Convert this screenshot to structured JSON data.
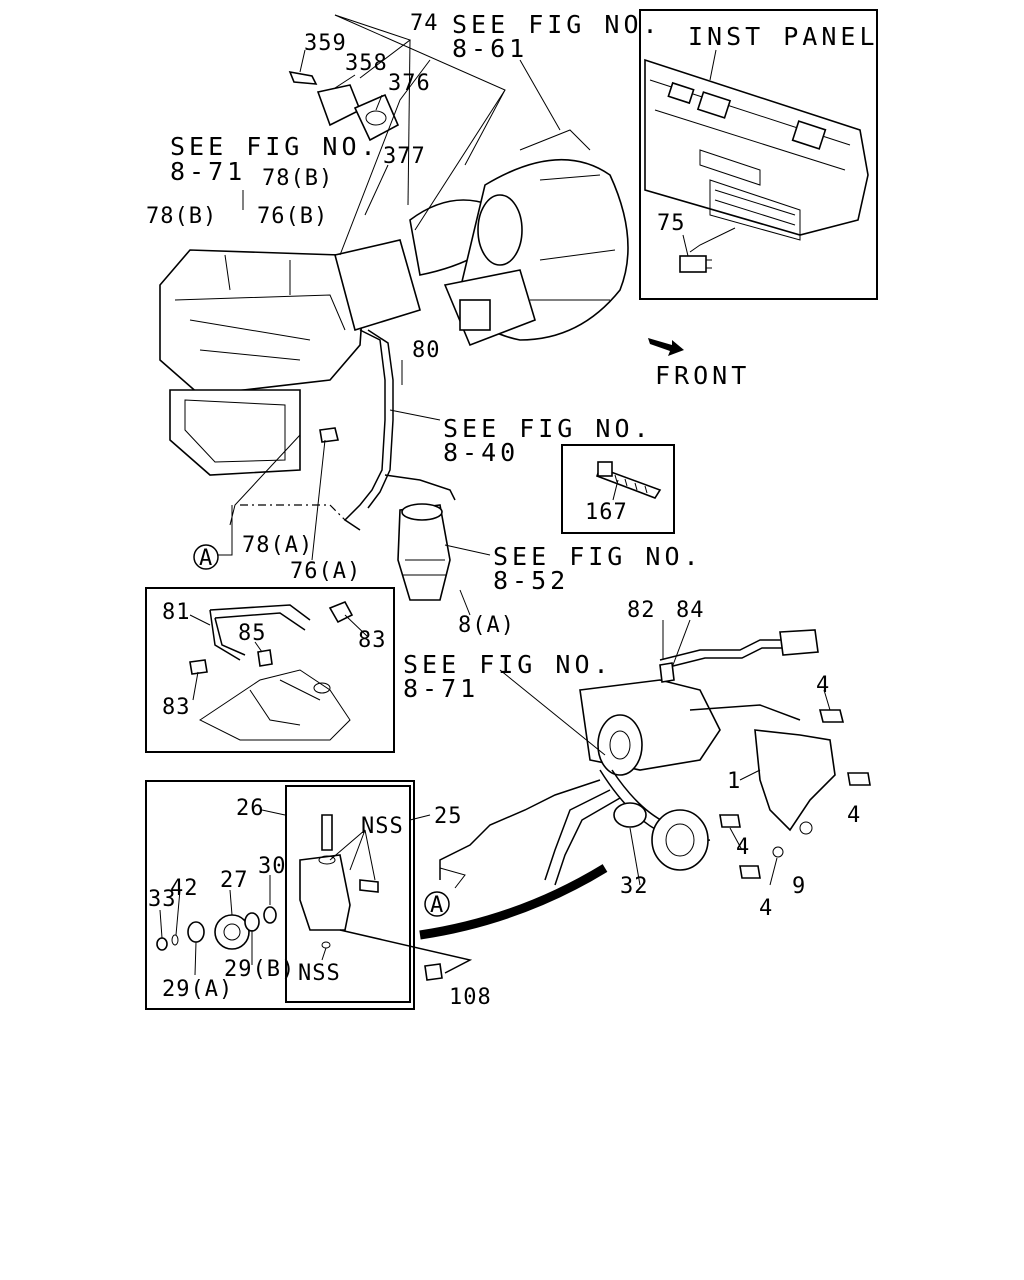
{
  "callouts": {
    "c359": "359",
    "c358": "358",
    "c74": "74",
    "c376": "376",
    "c377": "377",
    "c78b_1": "78(B)",
    "c78b_2": "78(B)",
    "c76b": "76(B)",
    "c80": "80",
    "c78a": "78(A)",
    "c76a": "76(A)",
    "c8a": "8(A)",
    "c75": "75",
    "c167": "167",
    "c81": "81",
    "c85": "85",
    "c83_1": "83",
    "c83_2": "83",
    "c82": "82",
    "c84": "84",
    "c4_1": "4",
    "c4_2": "4",
    "c4_3": "4",
    "c4_4": "4",
    "c1": "1",
    "c9": "9",
    "c32": "32",
    "c26": "26",
    "c25": "25",
    "c27": "27",
    "c30": "30",
    "c33": "33",
    "c42": "42",
    "c29a": "29(A)",
    "c29b": "29(B)",
    "c108": "108",
    "nss_1": "NSS",
    "nss_2": "NSS",
    "circleA_1": "A",
    "circleA_2": "A"
  },
  "references": {
    "fig861_a": "SEE FIG NO.",
    "fig861_b": "8-61",
    "fig871_a": "SEE FIG NO.",
    "fig871_b": "8-71",
    "fig840_a": "SEE FIG NO.",
    "fig840_b": "8-40",
    "fig852_a": "SEE FIG NO.",
    "fig852_b": "8-52",
    "fig871b_a": "SEE FIG NO.",
    "fig871b_b": "8-71"
  },
  "labels": {
    "inst_panel": "INST PANEL",
    "front": "FRONT"
  }
}
